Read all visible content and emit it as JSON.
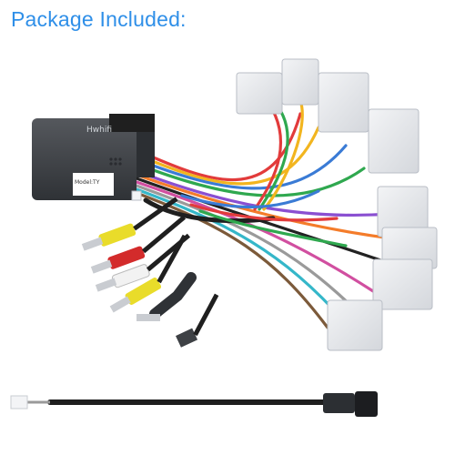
{
  "heading": {
    "text": "Package Included:"
  },
  "module_label": {
    "brand": "Hwhifi",
    "line1": "Model:TY"
  },
  "product_image": {
    "subject": "car stereo wiring harness with decoder box, RCA plugs and short adapter cable",
    "colors": {
      "heading": "#2f8fe8",
      "connector": "#e6e8ec",
      "box": "#3e4145",
      "rca_red": "#d32b2b",
      "rca_yellow": "#e9dc2a",
      "rca_white": "#f2f2f2"
    }
  }
}
